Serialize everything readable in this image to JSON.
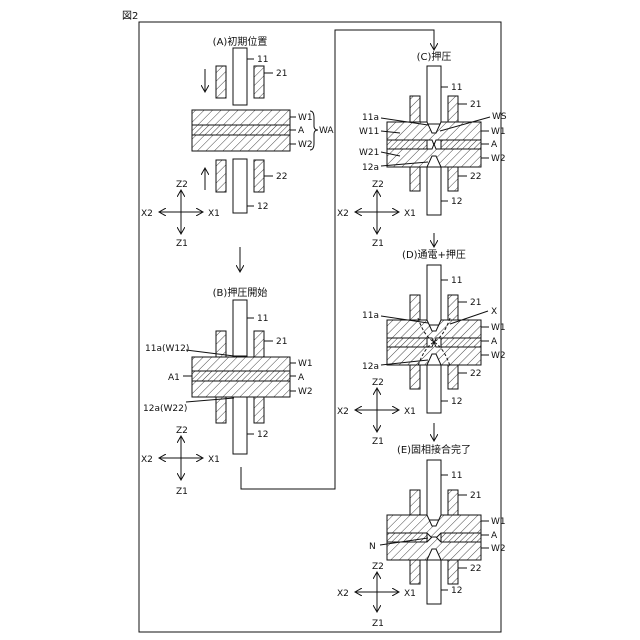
{
  "figure": {
    "label": "図2"
  },
  "stages": {
    "A": {
      "caption": "(A)初期位置",
      "labels": {
        "e11": "11",
        "e21": "21",
        "w1": "W1",
        "a": "A",
        "w2": "W2",
        "wa": "WA",
        "e22": "22",
        "e12": "12"
      },
      "axes": {
        "z2": "Z2",
        "z1": "Z1",
        "x1": "X1",
        "x2": "X2"
      }
    },
    "B": {
      "caption": "(B)押圧開始",
      "labels": {
        "e11": "11",
        "e21": "21",
        "l11a": "11a(W12)",
        "w1": "W1",
        "a1": "A1",
        "a": "A",
        "w2": "W2",
        "l12a": "12a(W22)",
        "e12": "12"
      },
      "axes": {
        "z2": "Z2",
        "z1": "Z1",
        "x1": "X1",
        "x2": "X2"
      }
    },
    "C": {
      "caption": "(C)押圧",
      "labels": {
        "e11": "11",
        "e21": "21",
        "l11a": "11a",
        "ws": "WS",
        "w11": "W11",
        "w1": "W1",
        "w21": "W21",
        "a": "A",
        "l12a": "12a",
        "w2": "W2",
        "e22": "22",
        "e12": "12"
      },
      "axes": {
        "z2": "Z2",
        "z1": "Z1",
        "x1": "X1",
        "x2": "X2"
      }
    },
    "D": {
      "caption": "(D)通電+押圧",
      "labels": {
        "e11": "11",
        "e21": "21",
        "x": "X",
        "l11a": "11a",
        "w1": "W1",
        "a": "A",
        "l12a": "12a",
        "w2": "W2",
        "e22": "22",
        "e12": "12"
      },
      "axes": {
        "z2": "Z2",
        "z1": "Z1",
        "x1": "X1",
        "x2": "X2"
      }
    },
    "E": {
      "caption": "(E)固相接合完了",
      "labels": {
        "e11": "11",
        "e21": "21",
        "w1": "W1",
        "a": "A",
        "n": "N",
        "w2": "W2",
        "e22": "22",
        "e12": "12"
      },
      "axes": {
        "z2": "Z2",
        "z1": "Z1",
        "x1": "X1",
        "x2": "X2"
      }
    }
  }
}
